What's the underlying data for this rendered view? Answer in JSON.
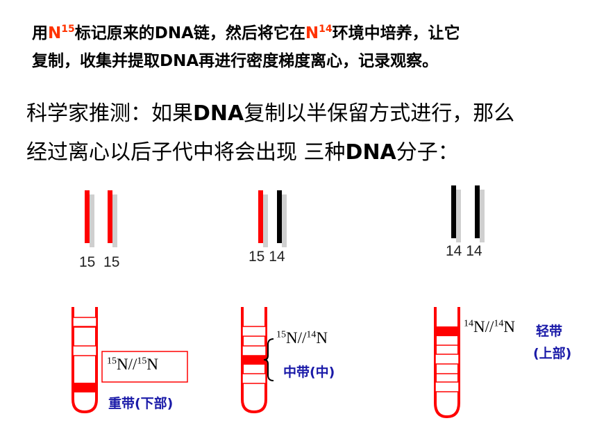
{
  "intro": {
    "part1": "用",
    "n15": "N",
    "n15_sup": "15",
    "part2": "标记原来的DNA链，然后将它在",
    "n14": "N",
    "n14_sup": "14",
    "part3": "环境中培养，让它",
    "line2": "复制，收集并提取DNA再进行密度梯度离心，记录观察。"
  },
  "hypothesis": {
    "a": "科学家推测：如果",
    "dna1": "DNA",
    "b": "复制以半保留方式进行，那么",
    "c": "经过离心以后子代中将会出现 三种",
    "dna2": "DNA",
    "d": "分子："
  },
  "molecules": [
    {
      "label_left": "15",
      "label_right": "15",
      "left_strand": "15N",
      "right_strand": "15N"
    },
    {
      "label_left": "15",
      "label_right": "14",
      "left_strand": "15N",
      "right_strand": "14N"
    },
    {
      "label_left": "14",
      "label_right": "14",
      "left_strand": "14N",
      "right_strand": "14N"
    }
  ],
  "tubes": [
    {
      "label_sup1": "15",
      "label_mid": "N//",
      "label_sup2": "15",
      "label_end": "N",
      "band_name": "重带(下部)",
      "band_position": "bottom"
    },
    {
      "label_sup1": "15",
      "label_mid": "N//",
      "label_sup2": "14",
      "label_end": "N",
      "band_name": "中带(中)",
      "band_position": "middle"
    },
    {
      "label_sup1": "14",
      "label_mid": "N//",
      "label_sup2": "14",
      "label_end": "N",
      "band_name_line1": "轻带",
      "band_name_line2": "(上部)",
      "band_position": "top"
    }
  ],
  "colors": {
    "heavy": "#ff0000",
    "light": "#000000",
    "shadow": "#cfcfcf",
    "text_red": "#ff3300",
    "text_blue": "#1a1aa8"
  }
}
